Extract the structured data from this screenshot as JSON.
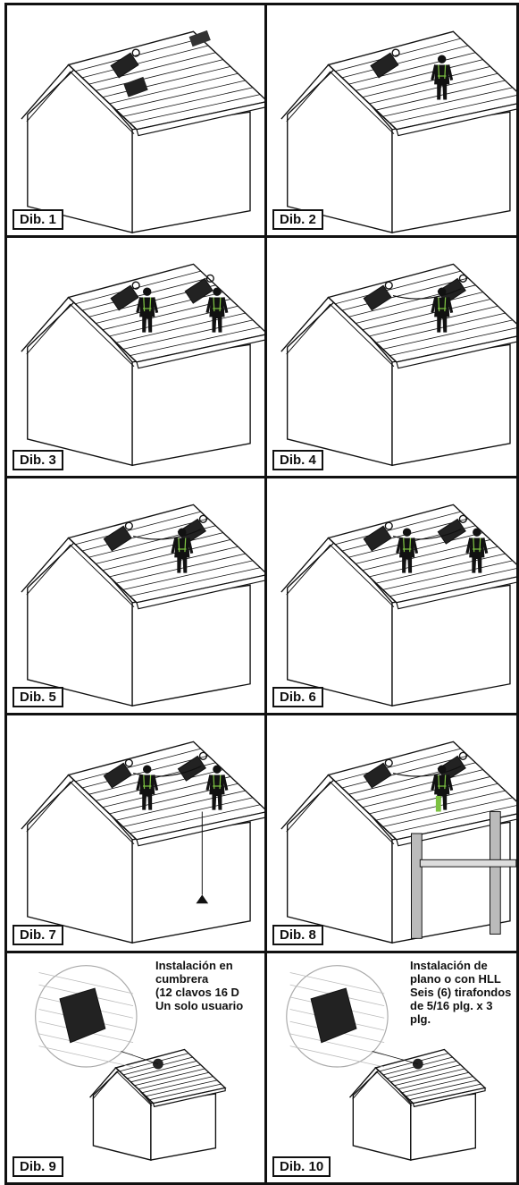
{
  "panels": [
    {
      "id": "dib1",
      "label": "Dib. 1",
      "workers": [],
      "anchors": 1,
      "extra": "boxes"
    },
    {
      "id": "dib2",
      "label": "Dib. 2",
      "workers": [
        1
      ],
      "anchors": 1
    },
    {
      "id": "dib3",
      "label": "Dib. 3",
      "workers": [
        1,
        1
      ],
      "anchors": 2
    },
    {
      "id": "dib4",
      "label": "Dib. 4",
      "workers": [
        1
      ],
      "anchors": 2
    },
    {
      "id": "dib5",
      "label": "Dib. 5",
      "workers": [
        1
      ],
      "anchors": 2
    },
    {
      "id": "dib6",
      "label": "Dib. 6",
      "workers": [
        1,
        1
      ],
      "anchors": 2
    },
    {
      "id": "dib7",
      "label": "Dib. 7",
      "workers": [
        1,
        1
      ],
      "anchors": 2,
      "extra": "rope"
    },
    {
      "id": "dib8",
      "label": "Dib. 8",
      "workers": [
        1
      ],
      "anchors": 2,
      "extra": "scaffold"
    },
    {
      "id": "dib9",
      "label": "Dib. 9",
      "caption": "Instalación en\ncumbrera\n(12 clavos 16 D\nUn solo usuario",
      "extra": "detail"
    },
    {
      "id": "dib10",
      "label": "Dib. 10",
      "caption": "Instalación de\nplano o con HLL\nSeis (6) tirafondos\nde 5/16 plg. x 3 plg.",
      "extra": "detail"
    }
  ],
  "colors": {
    "line": "#111111",
    "accent": "#7dc242",
    "roof": "#ffffff"
  }
}
